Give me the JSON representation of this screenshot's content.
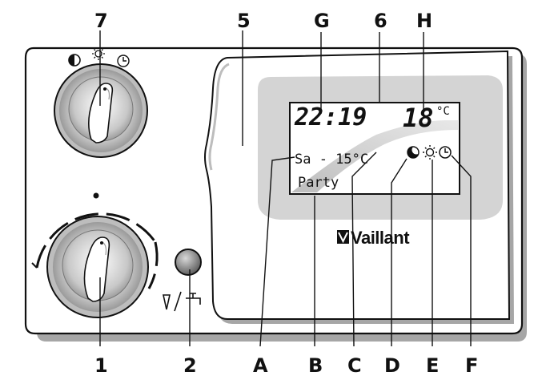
{
  "callouts": {
    "top": {
      "knob": "7",
      "front_panel": "5",
      "time_segment": "G",
      "display": "6",
      "room_temp_segment": "H"
    },
    "bottom": {
      "knob": "1",
      "button": "2",
      "a": "A",
      "b": "B",
      "c": "C",
      "d": "D",
      "e": "E",
      "f": "F"
    }
  },
  "display": {
    "time": "22:19",
    "temperature": "18",
    "temperature_unit": "°C",
    "status_line": "Sa - 15°C",
    "mode_line": "Party"
  },
  "brand": {
    "name": "Vaillant"
  },
  "icons": {
    "top_knob": [
      "moon-icon",
      "sun-icon",
      "clock-icon"
    ],
    "display_modes": [
      "moon-icon",
      "sun-icon",
      "clock-icon"
    ],
    "button": "tap-water-icon"
  },
  "colors": {
    "panel": "#ffffff",
    "shadow": "#a6a6a6",
    "lcd_surround": "#d4d4d4",
    "lcd": "#ffffff",
    "outline": "#111111"
  }
}
